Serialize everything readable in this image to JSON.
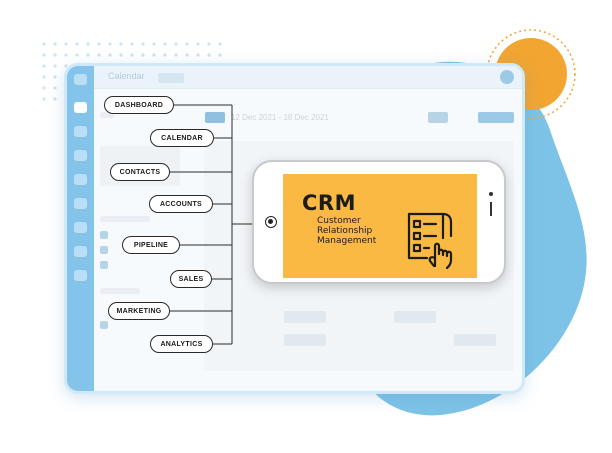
{
  "background": {
    "blob_color": "#7dc3e7",
    "sun_color": "#f2a531"
  },
  "tablet_ui": {
    "app_label": "Calendar",
    "date_range": "12 Dec 2021 - 18 Dec 2021"
  },
  "diagram": {
    "items": [
      {
        "label": "DASHBOARD"
      },
      {
        "label": "CALENDAR"
      },
      {
        "label": "CONTACTS"
      },
      {
        "label": "ACCOUNTS"
      },
      {
        "label": "PIPELINE"
      },
      {
        "label": "SALES"
      },
      {
        "label": "MARKETING"
      },
      {
        "label": "ANALYTICS"
      }
    ]
  },
  "phone": {
    "screen_color": "#f9b942",
    "title": "CRM",
    "subtitle_lines": [
      "Customer",
      "Relationship",
      "Management"
    ],
    "icon": "checklist-hand-icon"
  }
}
